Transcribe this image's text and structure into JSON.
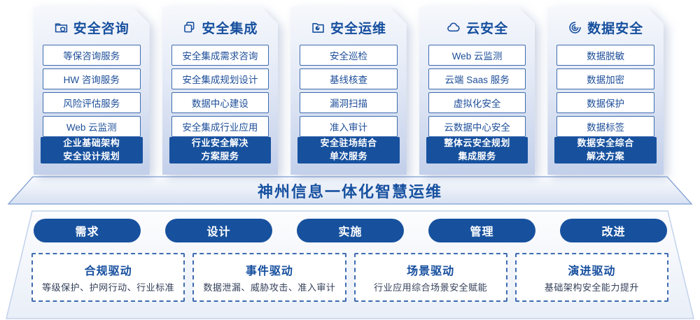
{
  "palette": {
    "primary_blue": "#17519E",
    "header_text": "#164F9E",
    "item_border": "#3E6BB0",
    "desc_text": "#333F58",
    "card_gradient_top": "#F6F8FC",
    "card_gradient_bottom": "#C2CFEA"
  },
  "columns": [
    {
      "title": "安全咨询",
      "icon": "folder-shield-icon",
      "items": [
        "等保咨询服务",
        "HW 咨询服务",
        "风险评估服务",
        "Web 云监测"
      ],
      "highlight": [
        "企业基础架构",
        "安全设计规划"
      ]
    },
    {
      "title": "安全集成",
      "icon": "copy-icon",
      "items": [
        "安全集成需求咨询",
        "安全集成规划设计",
        "数据中心建设",
        "安全集成行业应用"
      ],
      "highlight": [
        "行业安全解决",
        "方案服务"
      ]
    },
    {
      "title": "安全运维",
      "icon": "folder-clock-icon",
      "items": [
        "安全巡检",
        "基线核查",
        "漏洞扫描",
        "准入审计"
      ],
      "highlight": [
        "安全驻场结合",
        "单次服务"
      ]
    },
    {
      "title": "云安全",
      "icon": "cloud-icon",
      "items": [
        "Web 云监测",
        "云端 Saas 服务",
        "虚拟化安全",
        "云数据中心安全"
      ],
      "highlight": [
        "整体云安全规划",
        "集成服务"
      ]
    },
    {
      "title": "数据安全",
      "icon": "fingerprint-icon",
      "items": [
        "数据脱敏",
        "数据加密",
        "数据保护",
        "数据标签"
      ],
      "highlight": [
        "数据安全综合",
        "解决方案"
      ]
    }
  ],
  "banner": {
    "title": "神州信息一体化智慧运维"
  },
  "process": [
    "需求",
    "设计",
    "实施",
    "管理",
    "改进"
  ],
  "drivers": [
    {
      "title": "合规驱动",
      "desc": "等级保护、护网行动、行业标准"
    },
    {
      "title": "事件驱动",
      "desc": "数据泄漏、威胁攻击、准入审计"
    },
    {
      "title": "场景驱动",
      "desc": "行业应用综合场景安全赋能"
    },
    {
      "title": "演进驱动",
      "desc": "基础架构安全能力提升"
    }
  ]
}
